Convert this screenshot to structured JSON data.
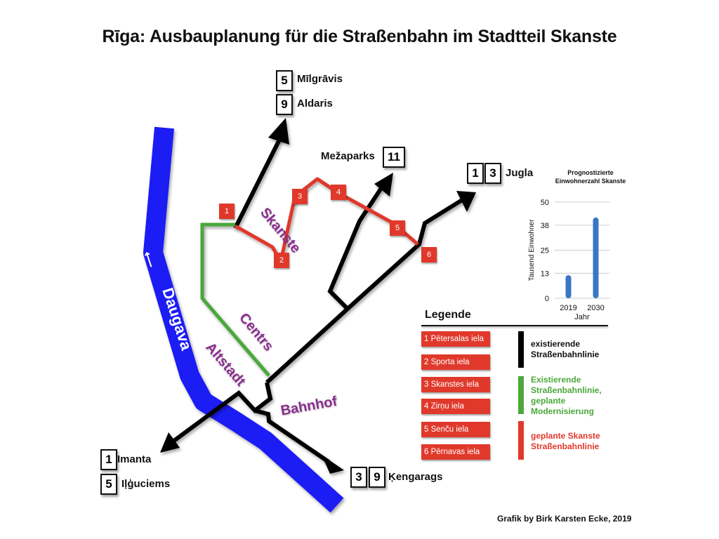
{
  "title": "Rīga: Ausbauplanung für die Straßenbahn im Stadtteil Skanste",
  "credit": "Grafik by Birk Karsten Ecke, 2019",
  "colors": {
    "river": "#1b1bf5",
    "existing_line": "#000000",
    "modernized_line": "#4aa83a",
    "planned_line": "#e0392b",
    "district": "#8a2e8f",
    "chart_bar": "#3a76c4"
  },
  "destinations": [
    {
      "lines": [
        "5"
      ],
      "name": "Mīlgrāvis"
    },
    {
      "lines": [
        "9"
      ],
      "name": "Aldaris"
    },
    {
      "lines": [
        "11"
      ],
      "name": "Mežaparks"
    },
    {
      "lines": [
        "1",
        "3"
      ],
      "name": "Jugla"
    },
    {
      "lines": [
        "1"
      ],
      "name": "Imanta"
    },
    {
      "lines": [
        "5"
      ],
      "name": "Iļģuciems"
    },
    {
      "lines": [
        "3",
        "9"
      ],
      "name": "Ķengarags"
    }
  ],
  "stops": [
    "1",
    "2",
    "3",
    "4",
    "5",
    "6"
  ],
  "districts": {
    "skanste": "Skanste",
    "centrs": "Centrs",
    "altstadt": "Altstadt",
    "bahnhof": "Bahnhof"
  },
  "river": {
    "name": "Daugava",
    "arrow": "⟵"
  },
  "legend": {
    "title": "Legende",
    "streets": [
      "1 Pētersalas iela",
      "2 Sporta iela",
      "3 Skanstes iela",
      "4 Zirņu iela",
      "5 Senču iela",
      "6 Pērnavas iela"
    ],
    "existing": "existierende Straßenbahnlinie",
    "modernized": "Existierende Straßenbahnlinie, geplante Modernisierung",
    "planned": "geplante Skanste Straßenbahnlinie"
  },
  "chart_data": {
    "type": "bar",
    "title": "Prognostizierte Einwohnerzahl Skanste",
    "categories": [
      "2019",
      "2030"
    ],
    "values": [
      12,
      42
    ],
    "xlabel": "Jahr",
    "ylabel": "Tausend Einwohner",
    "ylim": [
      0,
      50
    ],
    "yticks": [
      "0",
      "13",
      "25",
      "38",
      "50"
    ],
    "grid": true
  }
}
